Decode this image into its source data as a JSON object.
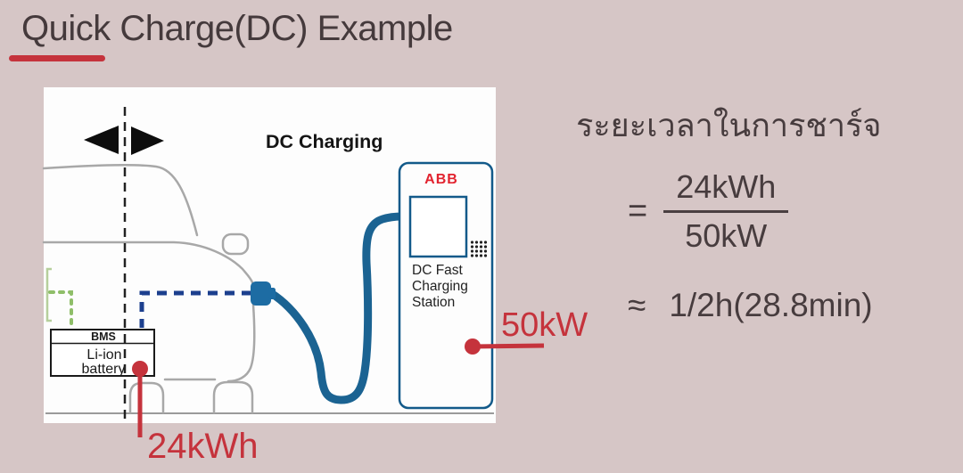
{
  "slide": {
    "title": "Quick Charge(DC) Example",
    "background_color": "#d6c6c6",
    "accent_red": "#c5333c",
    "text_color": "#473c3e"
  },
  "diagram": {
    "heading": "DC Charging",
    "station": {
      "brand": "ABB",
      "brand_color": "#e2232f",
      "border_color": "#135a8a",
      "label_line1": "DC Fast",
      "label_line2": "Charging",
      "label_line3": "Station"
    },
    "battery": {
      "bms_label": "BMS",
      "line1": "Li-ion",
      "line2": "battery"
    },
    "cable_color": "#1b6392",
    "annotations": {
      "station_power": "50kW",
      "battery_capacity": "24kWh"
    }
  },
  "calculation": {
    "heading_thai": "ระยะเวลาในการชาร์จ",
    "equals_sign": "=",
    "numerator": "24kWh",
    "denominator": "50kW",
    "approx_sign": "≈",
    "result": "1/2h(28.8min)"
  }
}
